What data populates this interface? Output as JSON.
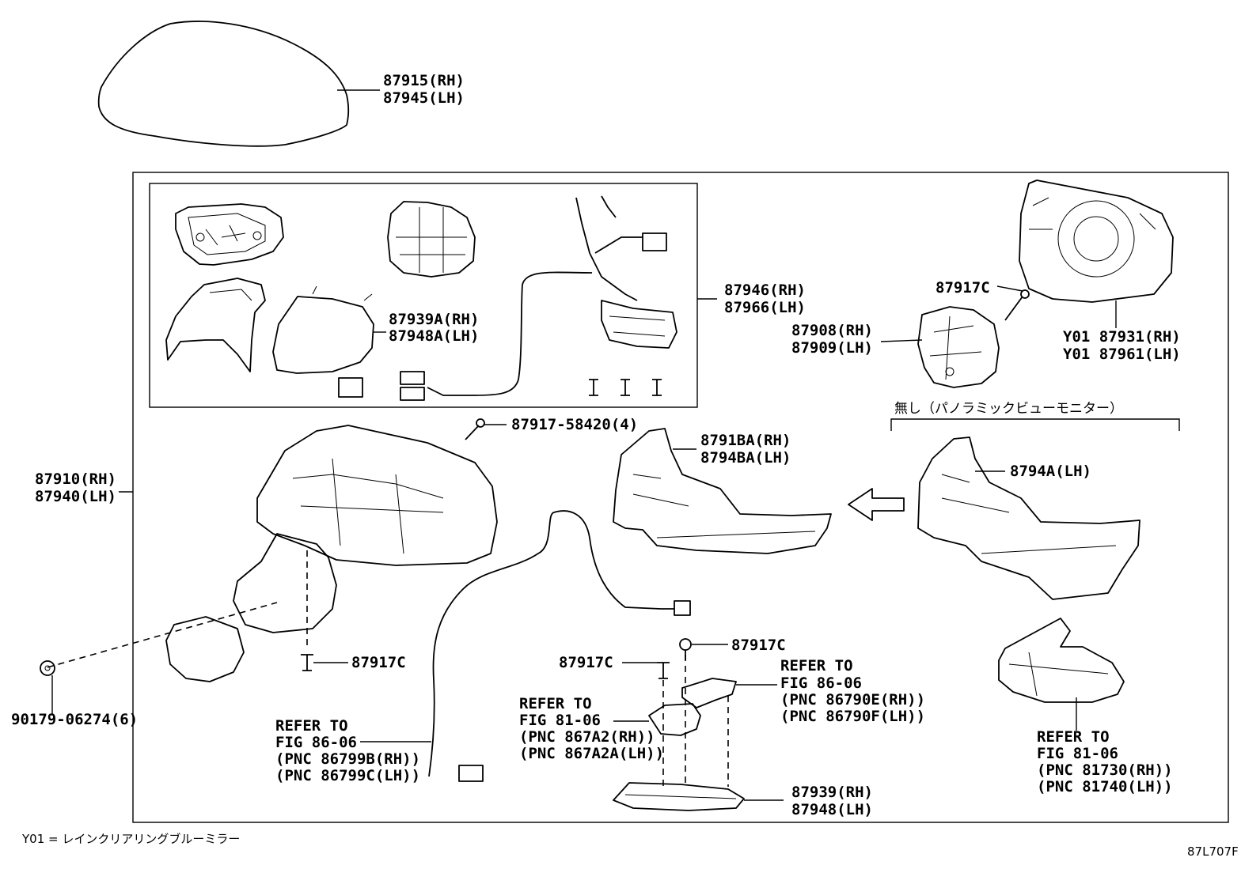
{
  "labels": {
    "cover": [
      "87915(RH)",
      "87945(LH)"
    ],
    "actuator": [
      "87946(RH)",
      "87966(LH)"
    ],
    "lamp_sub": [
      "87939A(RH)",
      "87948A(LH)"
    ],
    "mirror_assy": [
      "87910(RH)",
      "87940(LH)"
    ],
    "screw_top": "87917C",
    "holder": [
      "87908(RH)",
      "87909(LH)"
    ],
    "glass": [
      "Y01 87931(RH)",
      "Y01 87961(LH)"
    ],
    "screw_set": "87917-58420(4)",
    "visor": [
      "8791BA(RH)",
      "8794BA(LH)"
    ],
    "jp_bracket_note": "無し（パノラミックビューモニター）",
    "visor_alt": "8794A(LH)",
    "clip": "90179-06274(6)",
    "screw_mid": "87917C",
    "screw_a": "87917C",
    "screw_b": "87917C",
    "ref_8606_a": [
      "REFER TO",
      "FIG 86-06",
      "(PNC 86799B(RH))",
      "(PNC 86799C(LH))"
    ],
    "ref_8106_a": [
      "REFER TO",
      "FIG 81-06",
      "(PNC 867A2(RH))",
      "(PNC 867A2A(LH))"
    ],
    "ref_8606_b": [
      "REFER TO",
      "FIG 86-06",
      "(PNC 86790E(RH))",
      "(PNC 86790F(LH))"
    ],
    "ref_8106_b": [
      "REFER TO",
      "FIG 81-06",
      "(PNC 81730(RH))",
      "(PNC 81740(LH))"
    ],
    "lamp": [
      "87939(RH)",
      "87948(LH)"
    ],
    "legend": "Y01 = レインクリアリングブルーミラー",
    "drawing_id": "87L707F"
  }
}
